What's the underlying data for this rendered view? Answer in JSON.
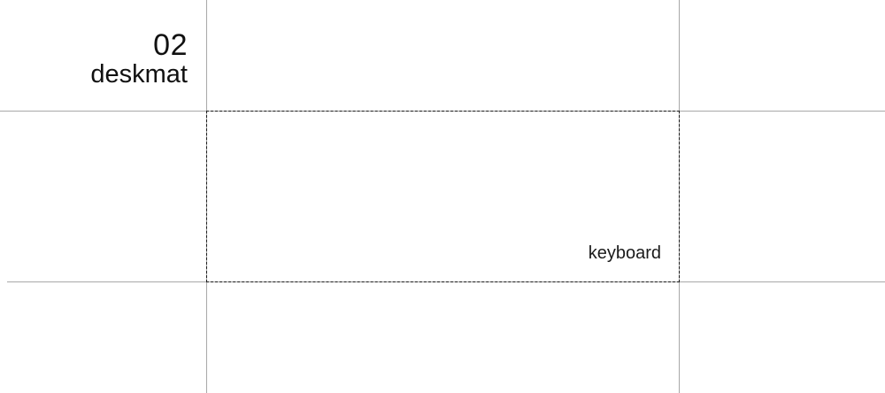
{
  "header": {
    "number": "02",
    "name": "deskmat"
  },
  "zones": [
    {
      "label": "keyboard"
    }
  ],
  "colors": {
    "grid_line": "#a8a8a8",
    "text": "#111111",
    "zone_border": "#1a1a1a",
    "background": "#ffffff"
  }
}
